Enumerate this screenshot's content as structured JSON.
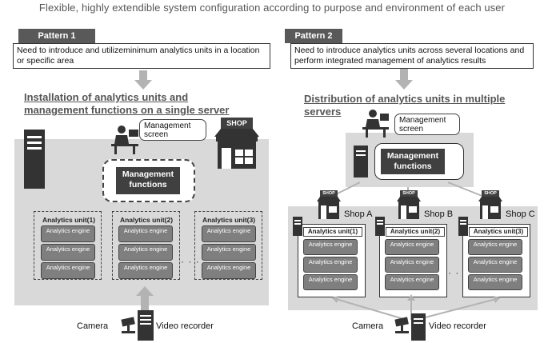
{
  "title": "Flexible, highly extendible system configuration according to purpose and environment of each user",
  "pattern1": {
    "tab": "Pattern 1",
    "description": "Need to introduce and utilizeminimum analytics units in a location or specific area",
    "heading_line1": "Installation of analytics units and",
    "heading_line2": "management functions on a single server",
    "management_screen": "Management screen",
    "management_functions": "Management functions",
    "shop_sign": "SHOP",
    "units": [
      "Analytics unit(1)",
      "Analytics unit(2)",
      "Analytics unit(3)"
    ],
    "engine_label": "Analytics engine",
    "ellipsis": "· · ·",
    "camera": "Camera",
    "video_recorder": "Video recorder"
  },
  "pattern2": {
    "tab": "Pattern 2",
    "description": "Need to introduce analytics units across several locations and perform integrated management of analytics results",
    "heading_line1": "Distribution of analytics units in multiple",
    "heading_line2": "servers",
    "management_screen": "Management screen",
    "management_functions": "Management functions",
    "shop_sign": "SHOP",
    "shops": [
      "Shop A",
      "Shop B",
      "Shop C"
    ],
    "units": [
      "Analytics unit(1)",
      "Analytics unit(2)",
      "Analytics unit(3)"
    ],
    "engine_label": "Analytics engine",
    "ellipsis": "· · ·",
    "camera": "Camera",
    "video_recorder": "Video recorder"
  }
}
